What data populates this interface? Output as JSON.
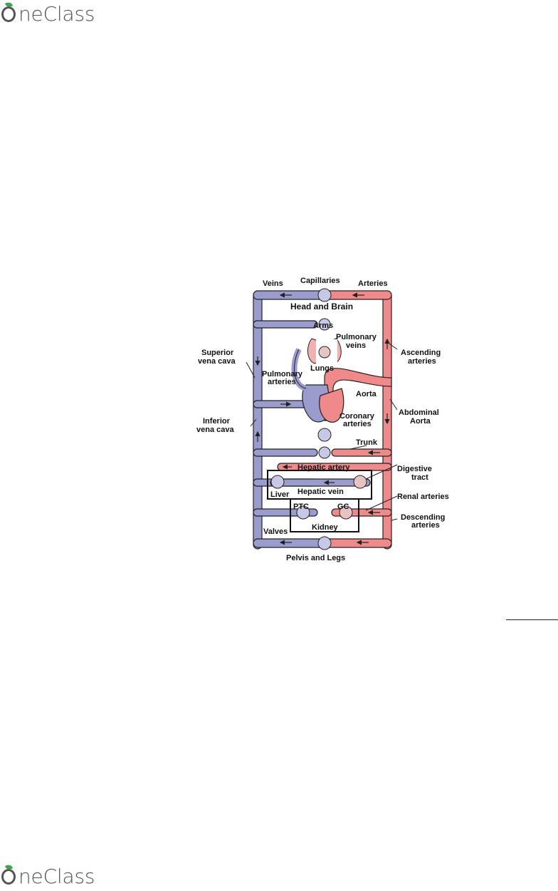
{
  "brand": {
    "name_rest": "neClass",
    "accent_color": "#3aa84a"
  },
  "diagram": {
    "labels": {
      "veins": "Veins",
      "capillaries": "Capillaries",
      "arteries": "Arteries",
      "head_brain": "Head and Brain",
      "arms": "Arms",
      "pulmonary_veins_1": "Pulmonary",
      "pulmonary_veins_2": "veins",
      "lungs": "Lungs",
      "superior_1": "Superior",
      "superior_2": "vena cava",
      "pulm_arteries_1": "Pulmonary",
      "pulm_arteries_2": "arteries",
      "ascending_1": "Ascending",
      "ascending_2": "arteries",
      "aorta": "Aorta",
      "coronary_1": "Coronary",
      "coronary_2": "arteries",
      "abdominal_1": "Abdominal",
      "abdominal_2": "Aorta",
      "inferior_1": "Inferior",
      "inferior_2": "vena cava",
      "trunk": "Trunk",
      "hepatic_artery": "Hepatic artery",
      "digestive_1": "Digestive",
      "digestive_2": "tract",
      "liver": "Liver",
      "hepatic_vein": "Hepatic vein",
      "renal_arteries": "Renal arteries",
      "ptc": "PTC",
      "gc": "GC",
      "descending_1": "Descending",
      "descending_2": "arteries",
      "valves": "Valves",
      "kidney": "Kidney",
      "pelvis_legs": "Pelvis and Legs"
    },
    "colors": {
      "vein": "#9a9ccd",
      "artery": "#f08a8a",
      "outline": "#222222",
      "lung": "#f2b0b0"
    }
  }
}
